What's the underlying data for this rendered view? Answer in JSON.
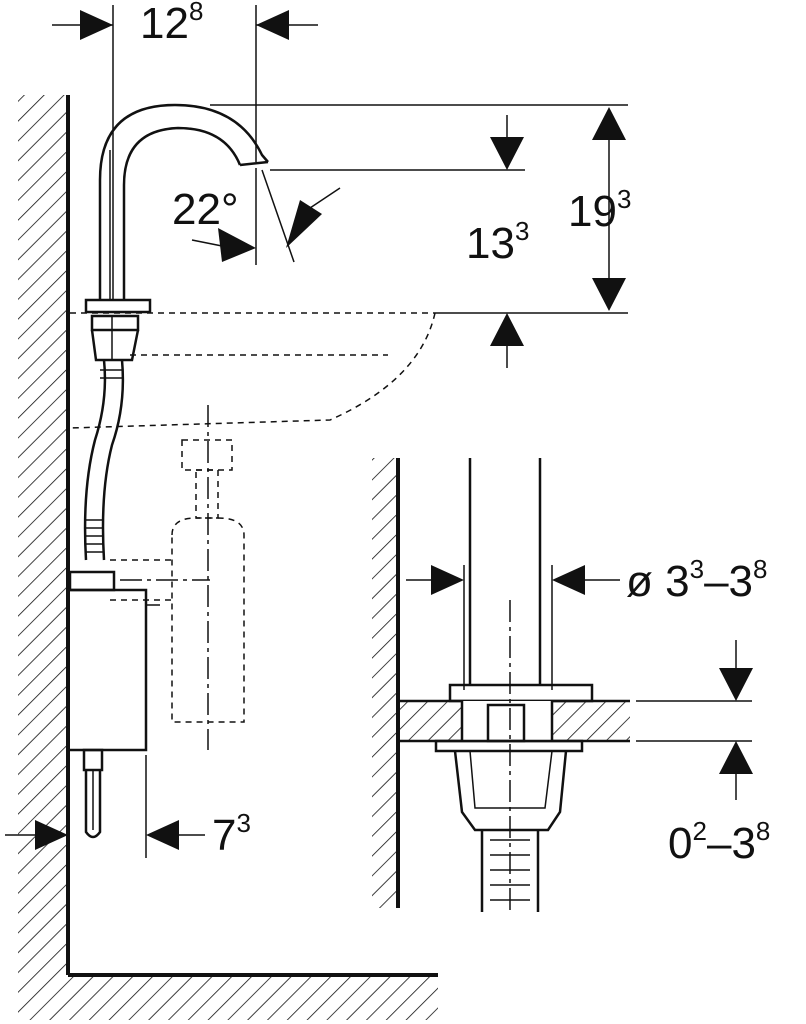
{
  "dimensions": {
    "spout_reach": {
      "main": "12",
      "sup": "8"
    },
    "spout_angle": "22°",
    "outlet_height": {
      "main": "13",
      "sup": "3"
    },
    "total_height": {
      "main": "19",
      "sup": "3"
    },
    "box_wall_distance": {
      "main": "7",
      "sup": "3"
    },
    "hole_diameter": {
      "prefix": "ø ",
      "a": "3",
      "a_sup": "3",
      "dash": "–",
      "b": "3",
      "b_sup": "8"
    },
    "deck_thickness": {
      "a": "0",
      "a_sup": "2",
      "dash": "–",
      "b": "3",
      "b_sup": "8"
    }
  },
  "colors": {
    "line": "#111111",
    "background": "#ffffff"
  }
}
